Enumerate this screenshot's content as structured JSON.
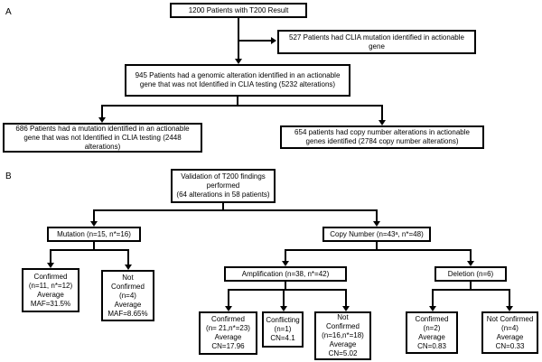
{
  "colors": {
    "border": "#000000",
    "background": "#ffffff",
    "text": "#000000"
  },
  "a": {
    "label": "A",
    "total": "1200 Patients with T200 Result",
    "clia": "527 Patients had CLIA mutation identified in actionable gene",
    "genomic": "945 Patients had a genomic alteration identified in an actionable gene that was not Identified in CLIA testing (5232 alterations)",
    "mutation": "686 Patients had a mutation identified in an actionable gene that was not Identified in CLIA testing (2448 alterations)",
    "copy_number": "654 patients had copy number alterations in actionable genes identified (2784 copy number alterations)"
  },
  "b": {
    "label": "B",
    "validation": "Validation of T200 findings\nperformed\n(64 alterations in 58 patients)",
    "mutation": "Mutation (n=15, n*=16)",
    "copy_number": "Copy Number (n=43ᵃ, n*=48)",
    "mut_confirmed": "Confirmed\n(n=11, n*=12)\nAverage\nMAF=31.5%",
    "mut_not_confirmed": "Not\nConfirmed\n(n=4)\nAverage\nMAF=8.65%",
    "amplification": "Amplification (n=38, n*=42)",
    "deletion": "Deletion (n=6)",
    "amp_confirmed": "Confirmed\n(n= 21,n*=23)\nAverage\nCN=17.96",
    "amp_conflicting": "Conflicting\n(n=1)\nCN=4.1",
    "amp_not_confirmed": "Not\nConfirmed\n(n=16,n*=18)\nAverage\nCN=5.02",
    "del_confirmed": "Confirmed\n(n=2)\nAverage\nCN=0.83",
    "del_not_confirmed": "Not Confirmed\n(n=4)\nAverage\nCN=0.33"
  }
}
